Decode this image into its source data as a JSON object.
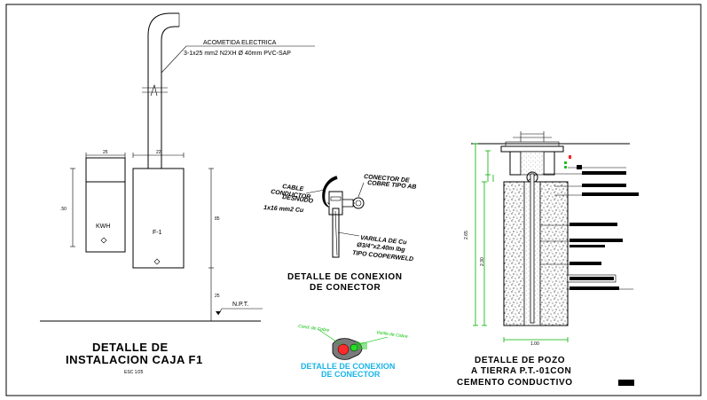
{
  "caja": {
    "cable_title": "ACOMETIDA ELECTRICA",
    "cable_spec": "3-1x25 mm2 N2XH Ø 40mm PVC-SAP",
    "kwh_label": "KWH",
    "f1_label": "F-1",
    "npt_label": "N.P.T.",
    "dim_25": "25",
    "dim_22": "22",
    "dim_50": ".50",
    "dim_85": "85",
    "dim_25b": "25",
    "title_line1": "DETALLE DE",
    "title_line2": "INSTALACION CAJA F1",
    "scale": "ESC 1/25"
  },
  "conector": {
    "cable_label_1": "CABLE",
    "cable_label_2": "CONDUCTOR",
    "cable_label_3": "DESNUDO",
    "cable_label_4": "1x16 mm2 Cu",
    "conector_label_1": "CONECTOR DE",
    "conector_label_2": "COBRE TIPO AB",
    "varilla_label_1": "VARILLA DE Cu",
    "varilla_label_2": "Ø3/4\"x2.40m lbg",
    "varilla_label_3": "TIPO COOPERWELD",
    "title_line1": "DETALLE DE CONEXION",
    "title_line2": "DE CONECTOR"
  },
  "conector_color": {
    "label_left": "Cond. de Cobre",
    "label_right": "Varilla de Cobre",
    "title_line1": "DETALLE DE CONEXION",
    "title_line2": "DE CONECTOR",
    "title_color": "#19b4e8"
  },
  "pozo": {
    "dim_left_total": "2.65",
    "dim_left_main": "2.30",
    "dim_bottom": "1.00",
    "title_line1": "DETALLE DE POZO",
    "title_line2": "A TIERRA P.T.-01CON",
    "title_line3": "CEMENTO CONDUCTIVO"
  }
}
